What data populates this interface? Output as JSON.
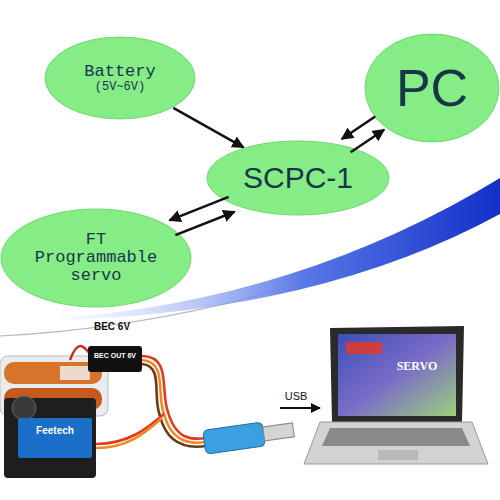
{
  "diagram": {
    "nodes": [
      {
        "text": [
          "Battery",
          "(5V~6V)"
        ]
      },
      {
        "text": [
          "PC"
        ]
      },
      {
        "text": [
          "SCPC-1"
        ]
      },
      {
        "text": [
          "FT Programmable servo"
        ]
      }
    ],
    "edges": [
      {
        "from": 0,
        "to": 2,
        "arrow": "to"
      },
      {
        "from": 2,
        "to": 1,
        "arrow": "to"
      },
      {
        "from": 1,
        "to": 2,
        "arrow": "to"
      },
      {
        "from": 3,
        "to": 2,
        "arrow": "to"
      },
      {
        "from": 2,
        "to": 3,
        "arrow": "to"
      }
    ],
    "labels": [
      "BEC 6V",
      "BEC OUT 6V",
      "USB",
      "Feetech",
      "SERVO"
    ]
  }
}
